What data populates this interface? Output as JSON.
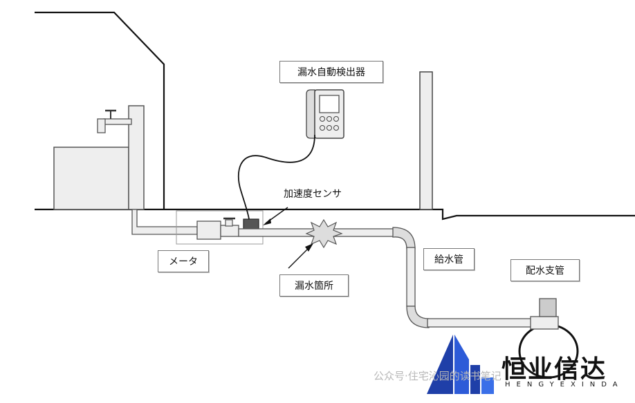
{
  "labels": {
    "detector": "漏水自動検出器",
    "sensor": "加速度センサ",
    "meter": "メータ",
    "leak": "漏水箇所",
    "supply_pipe": "給水管",
    "branch_pipe": "配水支管"
  },
  "watermark": {
    "text": "公众号·住宅沁园的读书笔记",
    "brand_cn": "恒业信达",
    "brand_en": "HENGYEXINDA"
  },
  "colors": {
    "line": "#111111",
    "pipe_fill": "#eeeeee",
    "brand_blue": "#1f3fa8"
  }
}
